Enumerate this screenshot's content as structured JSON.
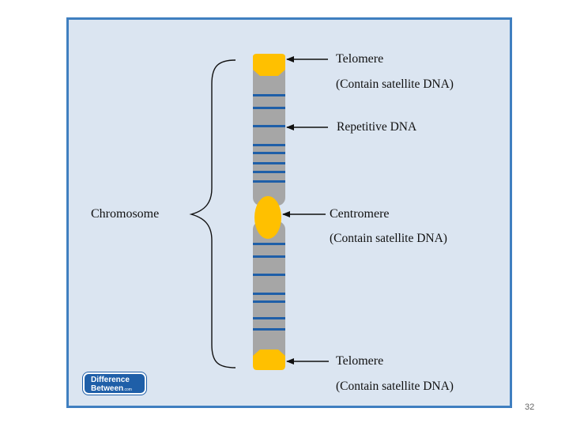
{
  "diagram": {
    "labels": {
      "telomere_top": "Telomere",
      "telomere_top_note": "(Contain satellite DNA)",
      "repetitive": "Repetitive DNA",
      "centromere": "Centromere",
      "centromere_note": "(Contain satellite DNA)",
      "telomere_bottom": "Telomere",
      "telomere_bottom_note": "(Contain satellite DNA)",
      "chromosome": "Chromosome"
    },
    "colors": {
      "panel_bg": "#dbe5f1",
      "panel_border": "#3f7fc0",
      "chromatid": "#a6a6a6",
      "telomere": "#ffc000",
      "band": "#1f5fa8"
    }
  },
  "logo": {
    "line1": "Difference",
    "line2": "Between",
    "suffix": ".com"
  },
  "page_number": "32"
}
